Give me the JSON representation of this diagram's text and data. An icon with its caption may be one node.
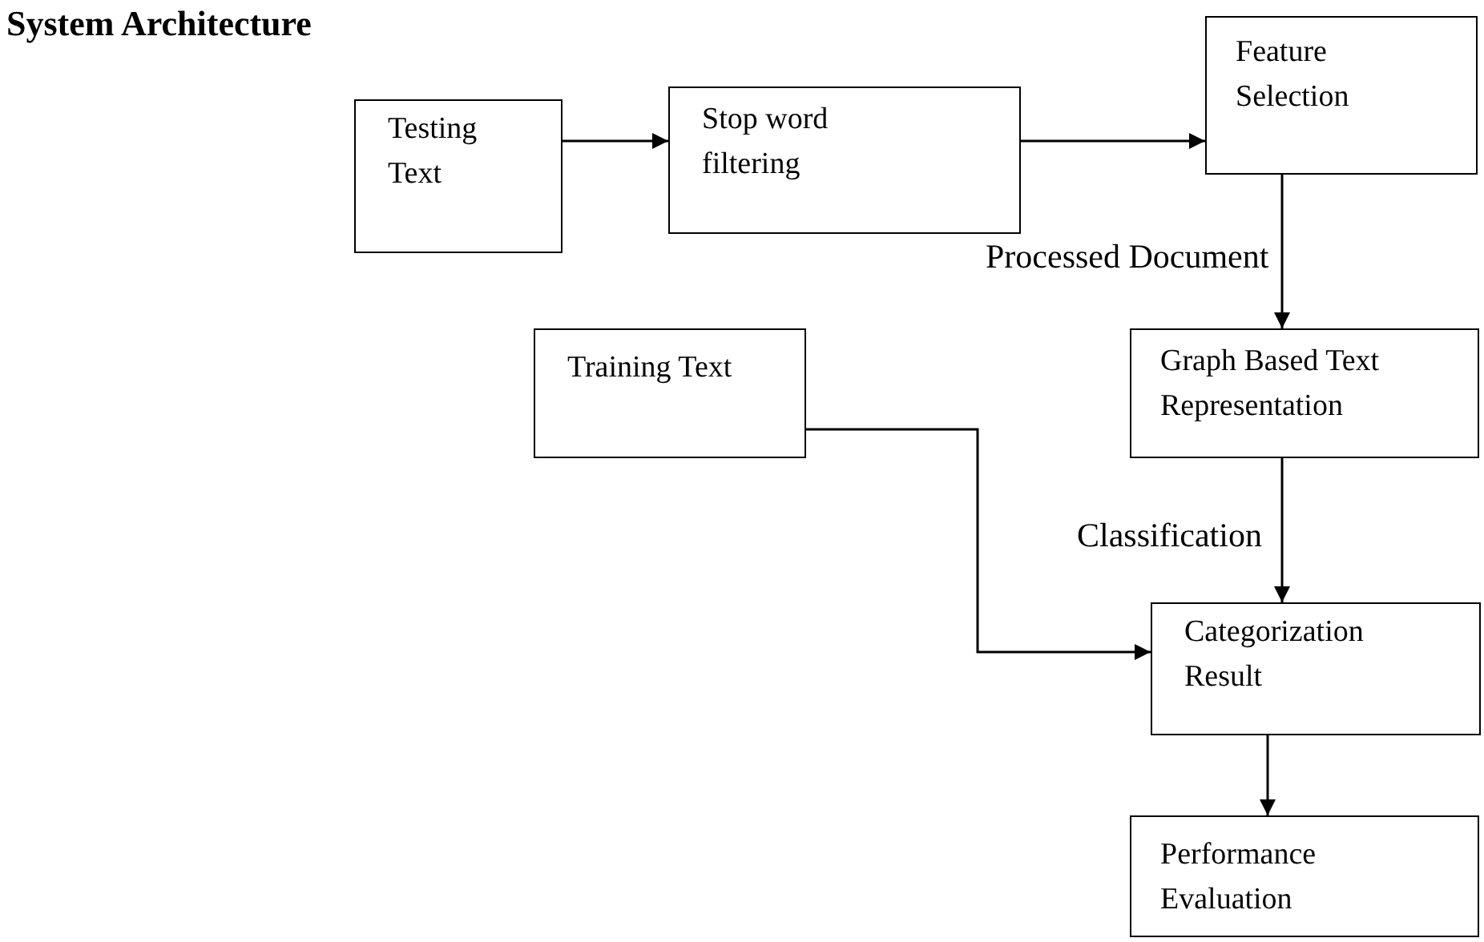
{
  "diagram": {
    "title": "System Architecture",
    "nodes": [
      {
        "text": [
          "Testing Text"
        ]
      },
      {
        "text": [
          "Stop word filtering"
        ]
      },
      {
        "text": [
          "Feature Selection"
        ]
      },
      {
        "text": [
          "Training Text"
        ]
      },
      {
        "text": [
          "Graph Based Text Representation"
        ]
      },
      {
        "text": [
          "Categorization Result"
        ]
      },
      {
        "text": [
          "Performance Evaluation"
        ]
      }
    ],
    "edges": [
      {
        "from": 0,
        "to": 1,
        "arrow": "to"
      },
      {
        "from": 1,
        "to": 2,
        "arrow": "to"
      },
      {
        "from": 2,
        "to": 4,
        "arrow": "to",
        "label": "Processed Document"
      },
      {
        "from": 4,
        "to": 5,
        "arrow": "to",
        "label": "Classification"
      },
      {
        "from": 3,
        "to": 5,
        "arrow": "to"
      },
      {
        "from": 5,
        "to": 6,
        "arrow": "to"
      }
    ]
  }
}
